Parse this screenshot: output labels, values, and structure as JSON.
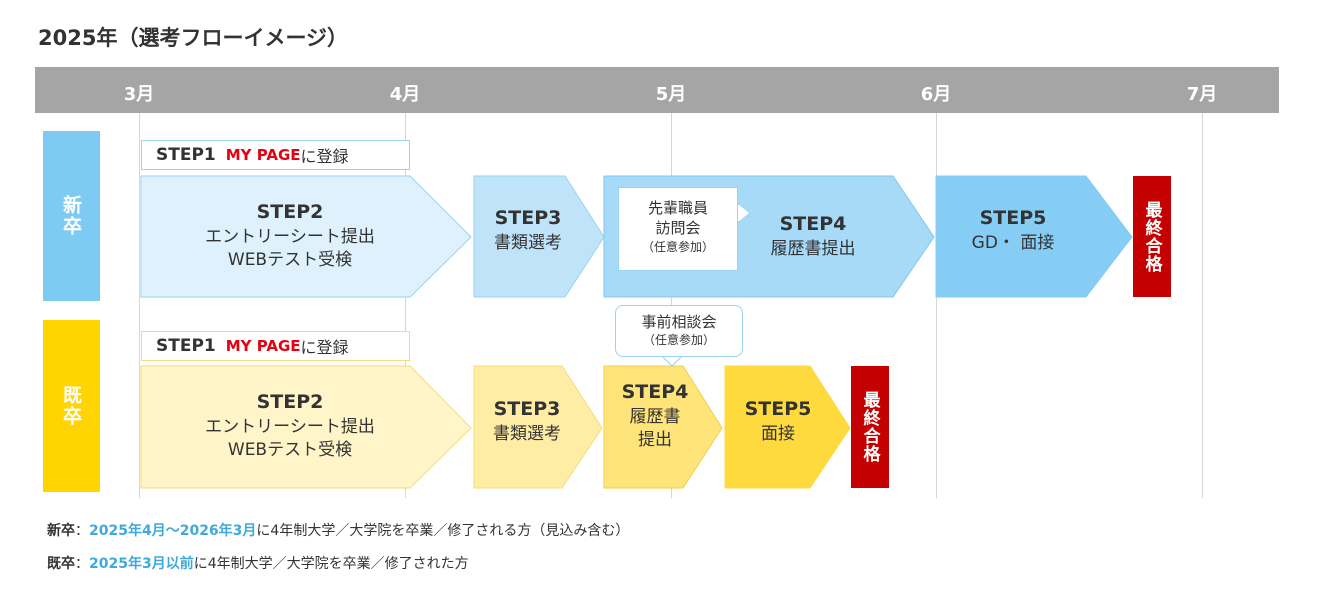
{
  "title": "2025年（選考フローイメージ）",
  "months": [
    "3月",
    "4月",
    "5月",
    "6月",
    "7月"
  ],
  "colors": {
    "new_label": "#7dcbf3",
    "mid_label": "#ffd400",
    "final": "#c40000",
    "accent_red": "#e60012",
    "accent_blue": "#3fa9dc"
  },
  "rows": {
    "new": {
      "label": "新卒",
      "step1": {
        "step": "STEP1",
        "mypage": "MY PAGE",
        "register": "に登録"
      },
      "step2": {
        "step": "STEP2",
        "line1": "エントリーシート提出",
        "line2": "WEBテスト受検"
      },
      "step3": {
        "step": "STEP3",
        "text": "書類選考"
      },
      "step4": {
        "step": "STEP4",
        "text": "履歴書提出"
      },
      "step5": {
        "step": "STEP5",
        "text": "GD・ 面接"
      },
      "bubble": {
        "line1": "先輩職員",
        "line2": "訪問会",
        "sub": "（任意参加）"
      },
      "final": "最終合格"
    },
    "mid": {
      "label": "既卒",
      "step1": {
        "step": "STEP1",
        "mypage": "MY PAGE",
        "register": "に登録"
      },
      "step2": {
        "step": "STEP2",
        "line1": "エントリーシート提出",
        "line2": "WEBテスト受検"
      },
      "step3": {
        "step": "STEP3",
        "text": "書類選考"
      },
      "step4": {
        "step": "STEP4",
        "line1": "履歴書",
        "line2": "提出"
      },
      "step5": {
        "step": "STEP5",
        "text": "面接"
      },
      "bubble": {
        "line1": "事前相談会",
        "sub": "（任意参加）"
      },
      "final": "最終合格"
    }
  },
  "footnotes": [
    {
      "label": "新卒",
      "sep": "：",
      "highlight": "2025年4月〜2026年3月",
      "text": "に4年制大学／大学院を卒業／修了される方（見込み含む）"
    },
    {
      "label": "既卒",
      "sep": "：",
      "highlight": "2025年3月以前",
      "text": "に4年制大学／大学院を卒業／修了された方"
    }
  ]
}
